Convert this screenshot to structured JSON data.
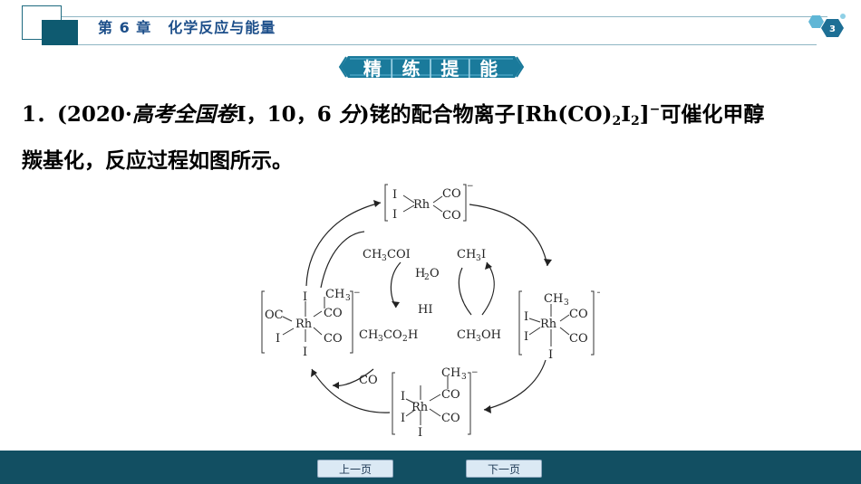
{
  "header": {
    "chapter_no": "第 6 章",
    "chapter_title": "化学反应与能量",
    "page_number": "3"
  },
  "banner": {
    "chars": [
      "精",
      "练",
      "提",
      "能"
    ],
    "separator": "|"
  },
  "question": {
    "number": "1．",
    "source_open": "(2020·",
    "source_exam": "高考全国卷",
    "source_rest": "Ⅰ，10，6",
    "source_unit": "分",
    "source_close": ")",
    "lead": "铑的配合物离子",
    "formula_a": "[Rh(CO)",
    "sub_2a": "2",
    "formula_b": "I",
    "sub_2b": "2",
    "formula_c": "]",
    "charge": "−",
    "tail": "可催化甲醇",
    "line2": "羰基化，反应过程如图所示。"
  },
  "diagram": {
    "rh": "Rh",
    "i": "I",
    "co": "CO",
    "oc": "OC",
    "ch": "CH",
    "three": "3",
    "two": "2",
    "minus": "−",
    "ch3coi_a": "CH",
    "ch3coi_b": "COI",
    "ch3i_a": "CH",
    "ch3i_b": "I",
    "h2o_a": "H",
    "h2o_b": "O",
    "hi": "HI",
    "ch3co2h_a": "CH",
    "ch3co2h_b": "CO",
    "ch3co2h_c": "H",
    "ch3oh_a": "CH",
    "ch3oh_b": "OH",
    "co_out": "CO"
  },
  "footer": {
    "prev_label": "上一页",
    "next_label": "下一页"
  },
  "colors": {
    "header_text": "#1d4f8a",
    "footer_bg": "#124f62",
    "banner_fill": "#1a7a9b"
  }
}
